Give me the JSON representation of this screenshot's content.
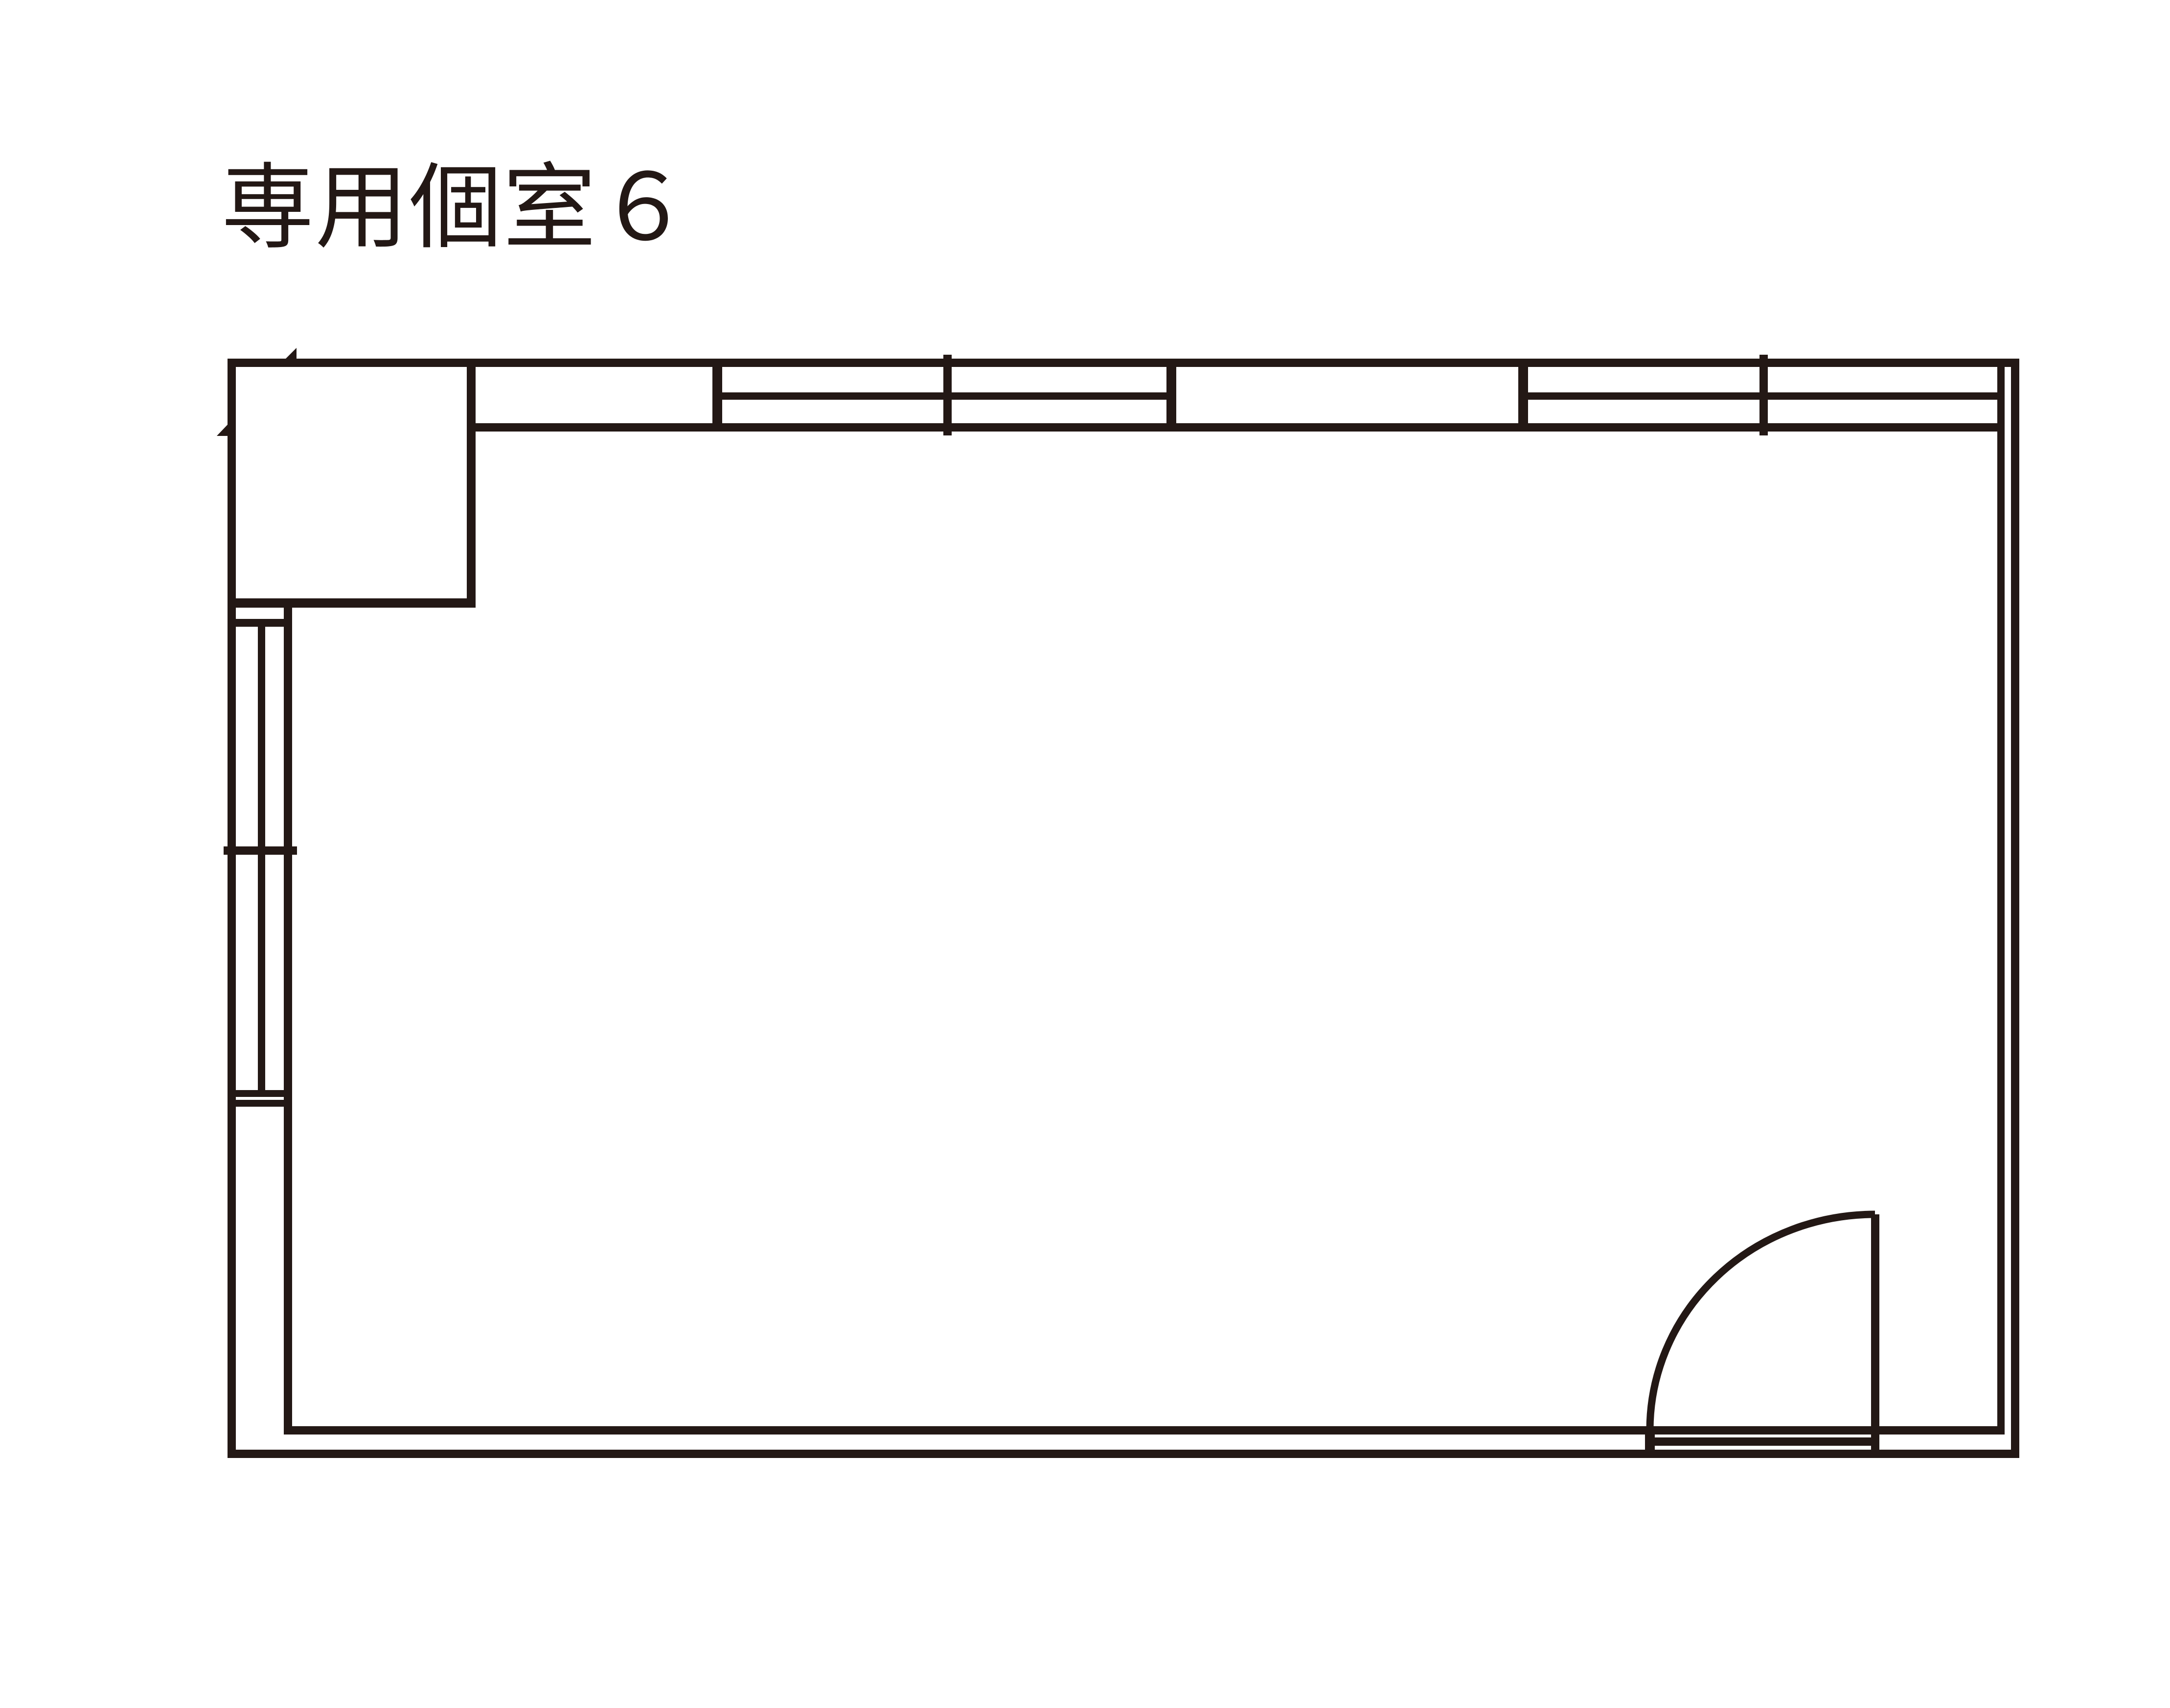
{
  "title": {
    "text": "専用個室６"
  },
  "colors": {
    "ink": "#231815",
    "background": "#ffffff"
  },
  "floorplan": {
    "room_label": "専用個室６",
    "symbols": [
      "top-left-corner-box",
      "top-wall-window-1",
      "top-wall-window-2",
      "left-wall-window-upper",
      "left-wall-window-lower",
      "hinged-door-bottom-right"
    ]
  }
}
